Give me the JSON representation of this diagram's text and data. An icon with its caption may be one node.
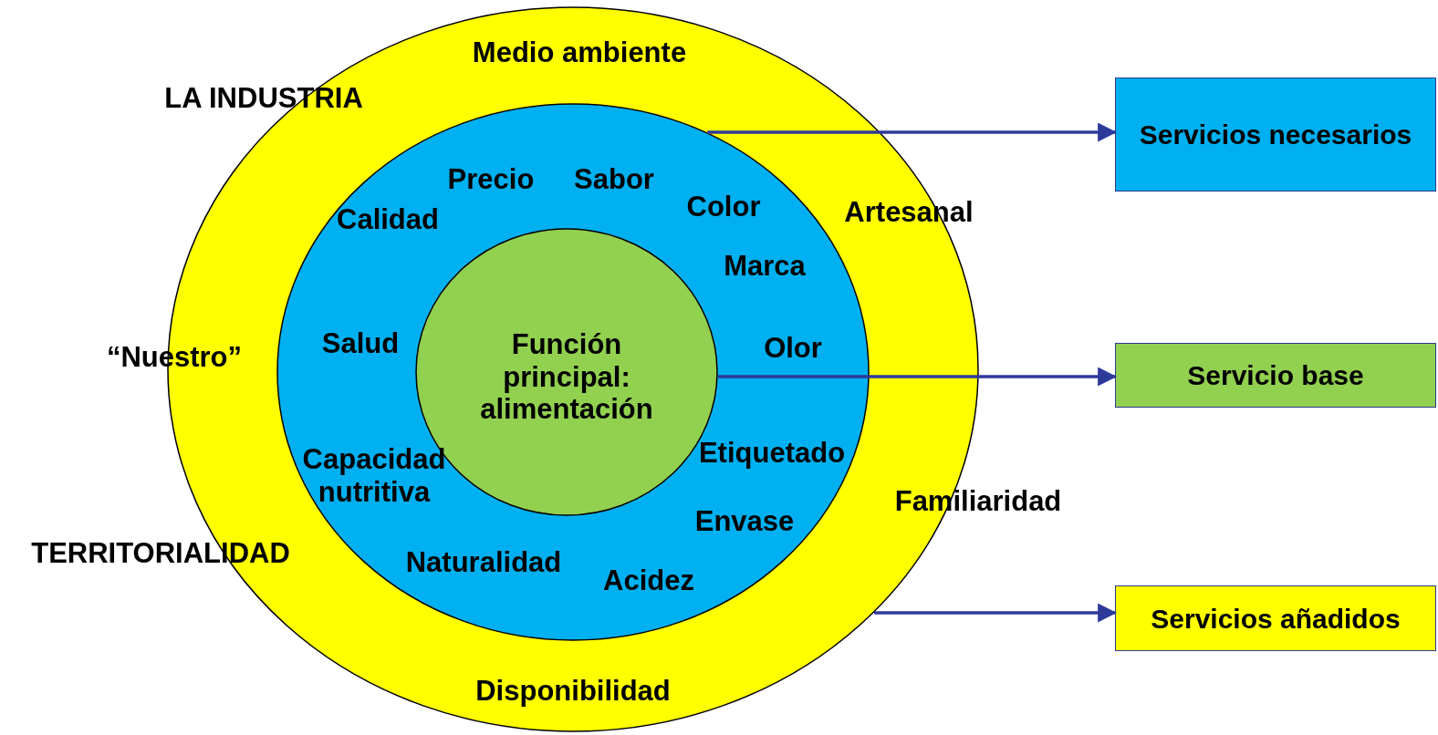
{
  "diagram": {
    "nodes": [
      {
        "text": [
          "Medio ambiente",
          "Artesanal",
          "Familiaridad",
          "Disponibilidad"
        ]
      },
      {
        "text": [
          "Precio",
          "Sabor",
          "Calidad",
          "Color",
          "Marca",
          "Salud",
          "Olor",
          "Capacidad nutritiva",
          "Etiquetado",
          "Envase",
          "Naturalidad",
          "Acidez"
        ],
        "in": 0
      },
      {
        "text": [
          "Función principal: alimentación"
        ],
        "in": 1
      },
      {
        "text": [
          "Servicios necesarios"
        ]
      },
      {
        "text": [
          "Servicio base"
        ]
      },
      {
        "text": [
          "Servicios añadidos"
        ]
      }
    ],
    "edges": [
      {
        "from": 1,
        "to": 3,
        "arrow": "to"
      },
      {
        "from": 2,
        "to": 4,
        "arrow": "to"
      },
      {
        "from": 0,
        "to": 5,
        "arrow": "to"
      }
    ],
    "labels": [
      "LA INDUSTRIA",
      "“Nuestro”",
      "TERRITORIALIDAD"
    ]
  }
}
